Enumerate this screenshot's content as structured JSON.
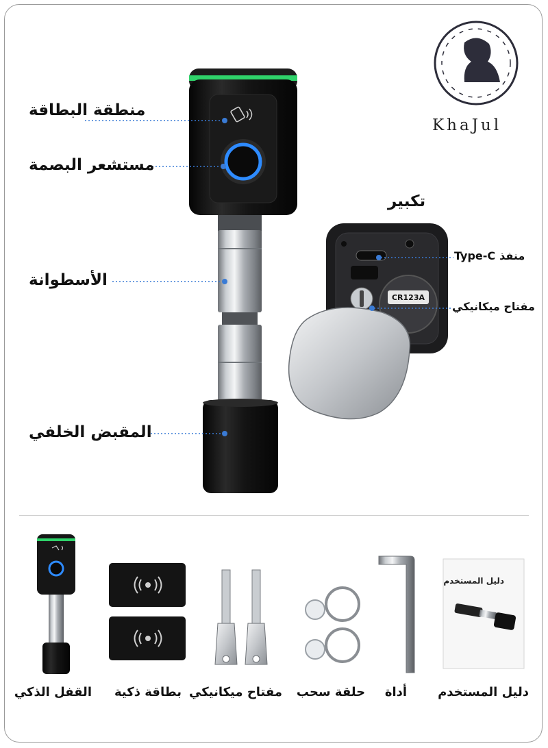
{
  "brand": {
    "name": "KhaJul"
  },
  "callouts": {
    "card_area": "منطقة البطاقة",
    "fingerprint_sensor": "مستشعر البصمة",
    "cylinder": "الأسطوانة",
    "back_handle": "المقبض الخلفي"
  },
  "zoom": {
    "title": "تكبير",
    "port": "منفذ",
    "port_type": "Type-C",
    "mechanical_key": "مفتاح ميكانيكي",
    "battery_label": "CR123A"
  },
  "package": {
    "items": [
      {
        "label": "القفل الذكي"
      },
      {
        "label": "بطاقة ذكية"
      },
      {
        "label": "مفتاح ميكانيكي"
      },
      {
        "label": "حلقة سحب"
      },
      {
        "label": "أداة"
      },
      {
        "label": "دليل المستخدم"
      }
    ],
    "manual_cover_title": "دليل المستخدم"
  },
  "colors": {
    "accent_green": "#2fd36a",
    "accent_blue": "#2e8bff",
    "callout_blue": "#3a7bd5"
  }
}
